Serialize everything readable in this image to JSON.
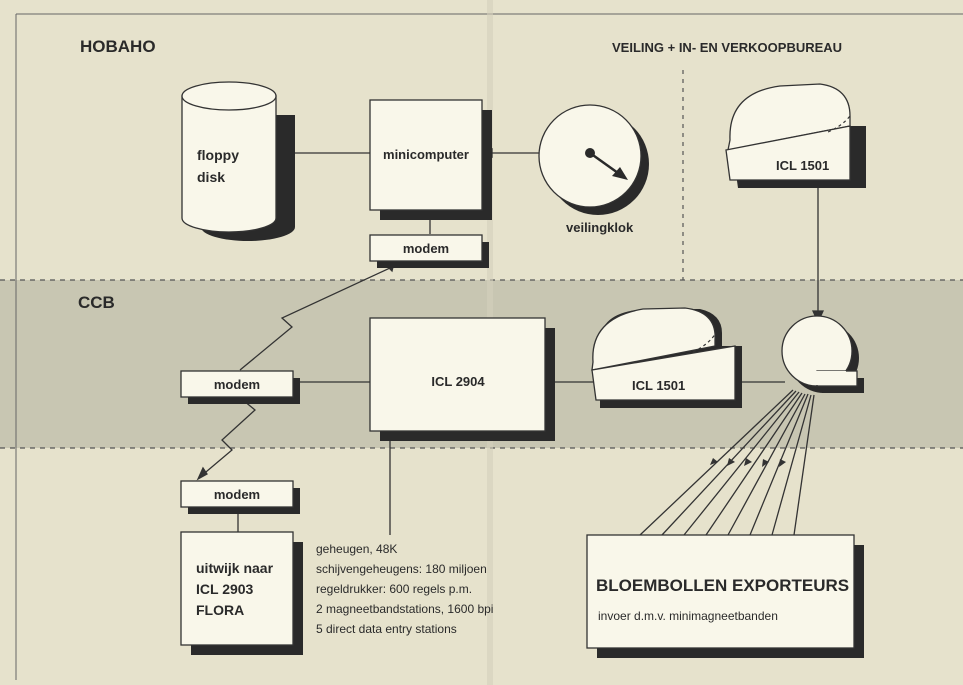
{
  "sections": {
    "hobaho": "HOBAHO",
    "veiling": "VEILING + IN- EN VERKOOPBUREAU",
    "ccb": "CCB"
  },
  "nodes": {
    "floppy": [
      "floppy",
      "disk"
    ],
    "minicomputer": "minicomputer",
    "modem_top": "modem",
    "veilingklok": "veilingklok",
    "icl1501_top": "ICL 1501",
    "modem_left": "modem",
    "icl2904": "ICL 2904",
    "icl1501_mid": "ICL 1501",
    "modem_bottom": "modem",
    "uitwijk": [
      "uitwijk naar",
      "ICL 2903",
      "FLORA"
    ],
    "exporteurs_title": "BLOEMBOLLEN EXPORTEURS",
    "exporteurs_sub": "invoer d.m.v. minimagneetbanden"
  },
  "specs": [
    "geheugen, 48K",
    "schijvengeheugens: 180 miljoen",
    "regeldrukker: 600 regels p.m.",
    "2 magneetbandstations, 1600 bpi",
    "5 direct data entry stations"
  ],
  "colors": {
    "paper": "#e6e2cc",
    "ccb_band": "#c8c6b2",
    "box_fill": "#f9f7ea",
    "shadow": "#2a2a2a"
  }
}
